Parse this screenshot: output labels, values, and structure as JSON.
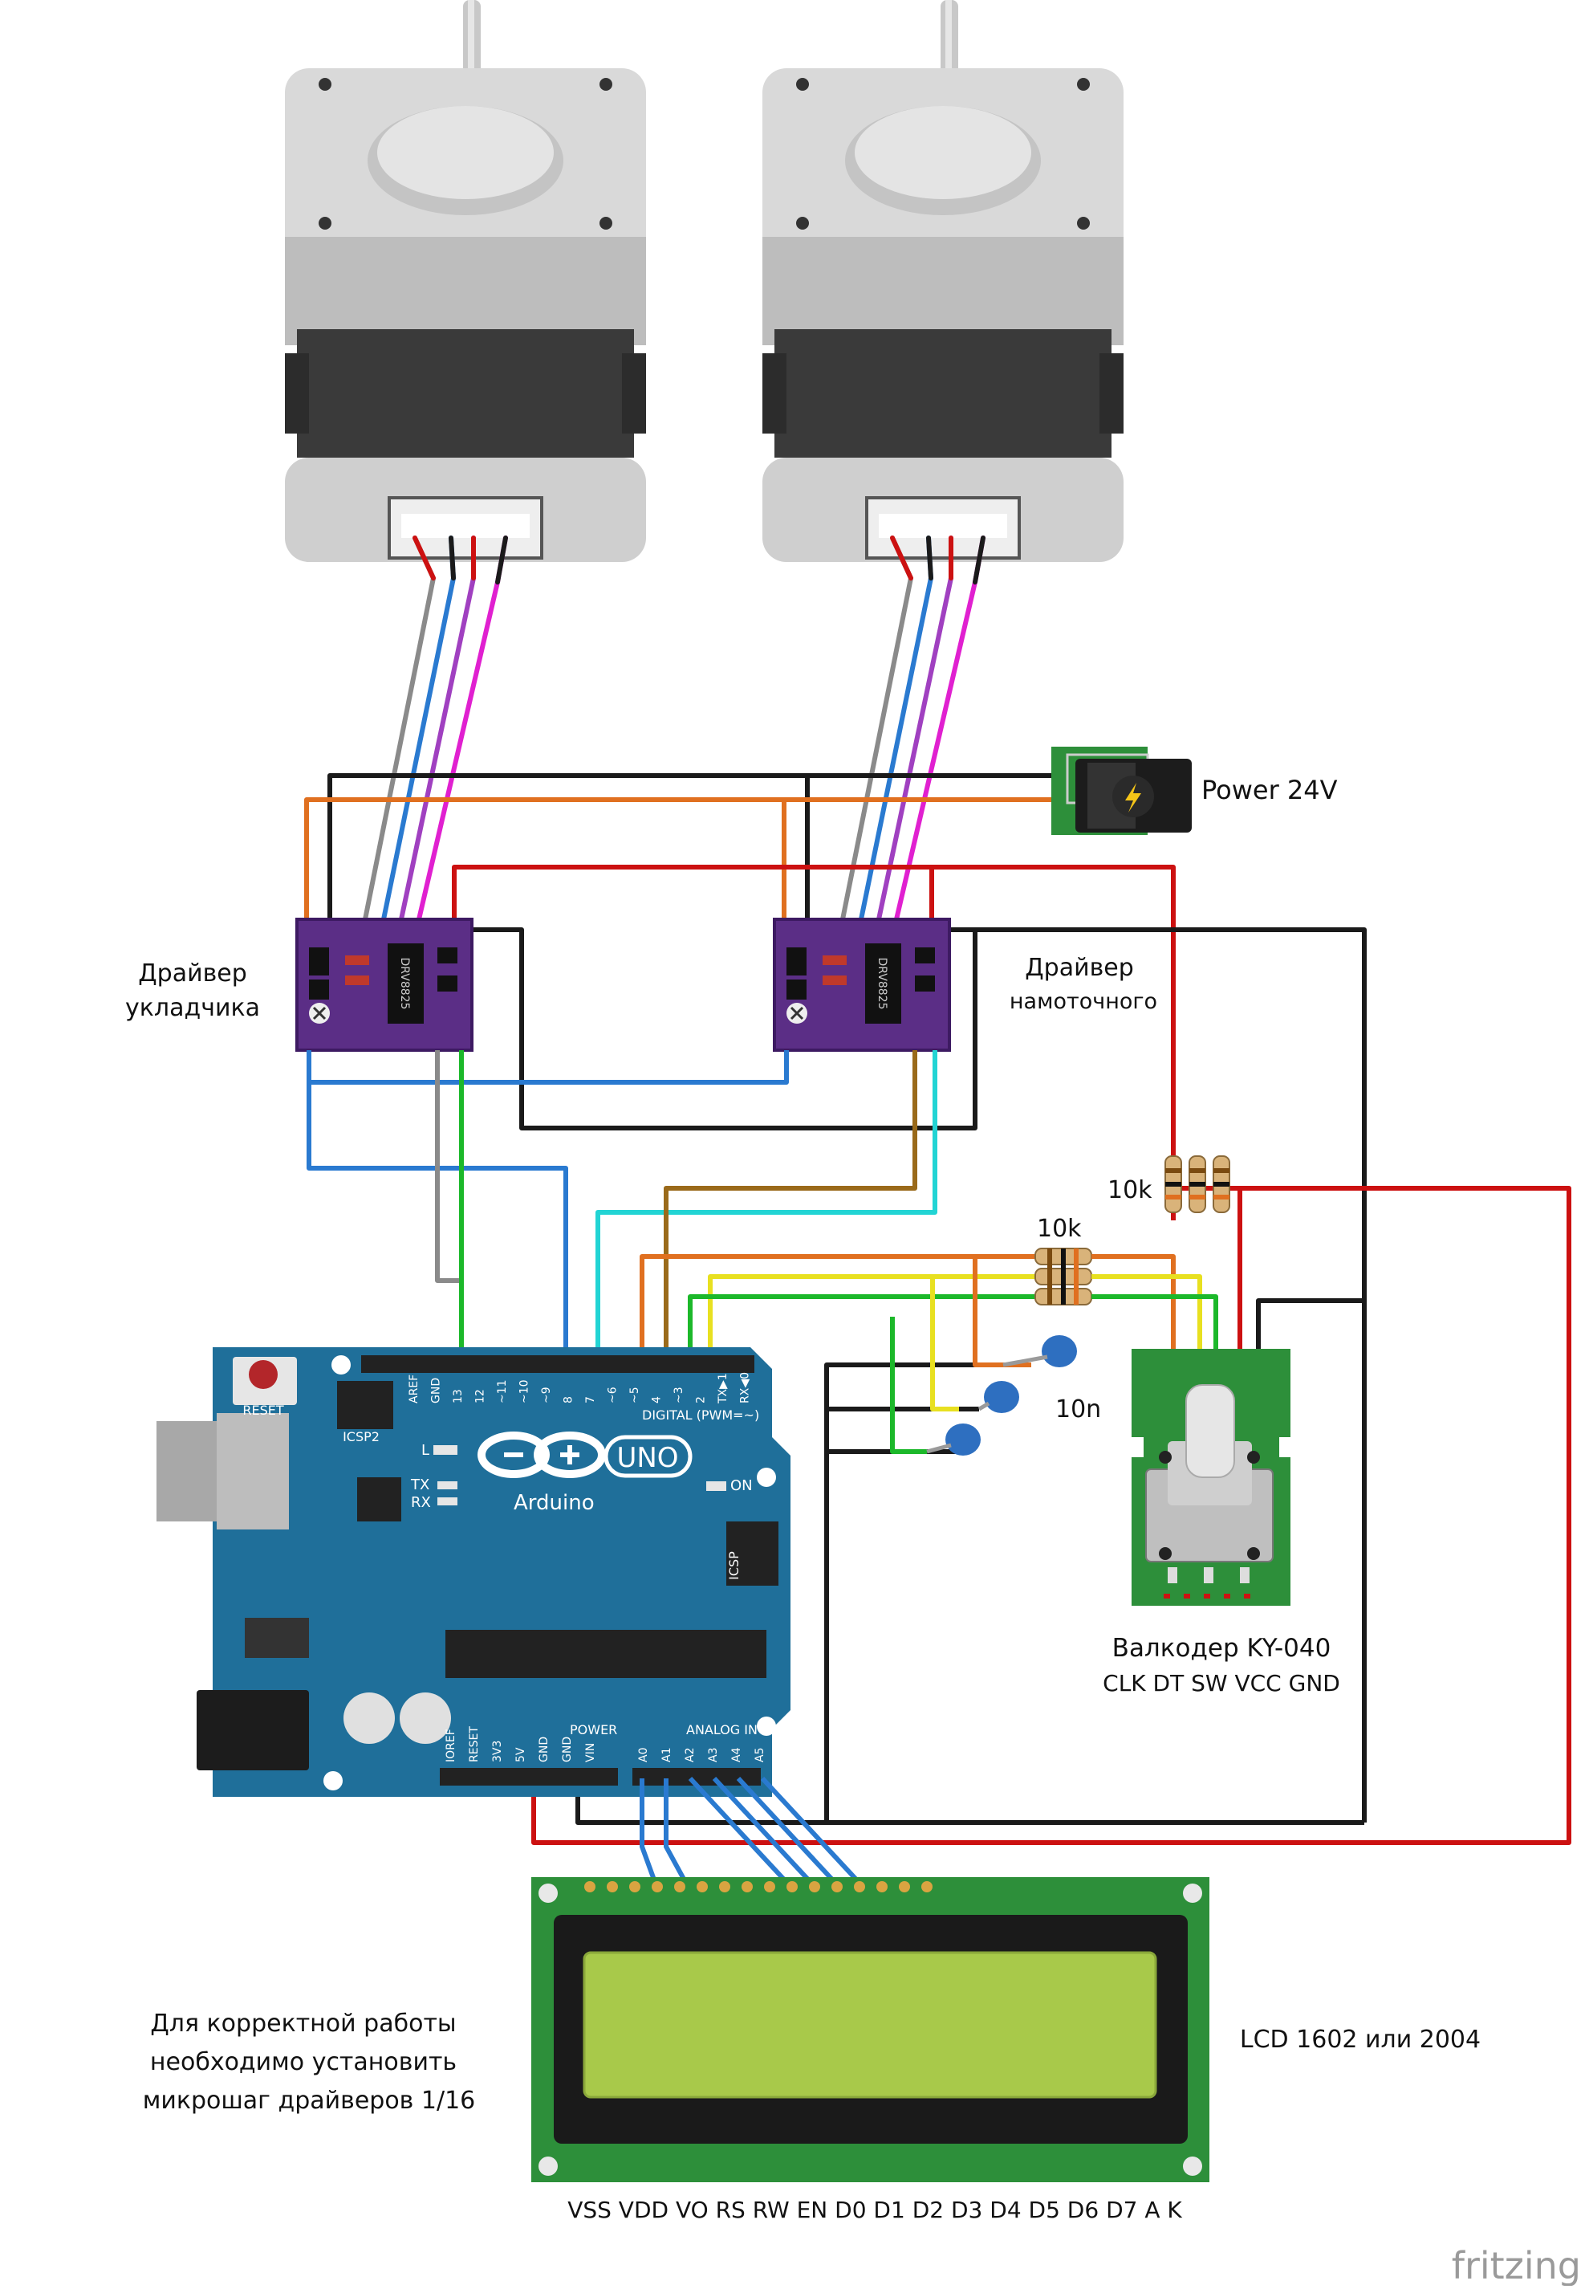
{
  "labels": {
    "power": "Power 24V",
    "driver_left": [
      "Драйвер",
      "укладчика"
    ],
    "driver_right": [
      "Драйвер",
      "намоточного"
    ],
    "res_top": "10k",
    "res_mid": "10k",
    "caps": "10n",
    "encoder_name": "Валкодер KY-040",
    "encoder_pins": "CLK DT SW VCC GND",
    "lcd_name": "LCD 1602 или 2004",
    "lcd_pins": "VSS VDD VO RS RW EN D0 D1 D2 D3 D4 D5 D6 D7 A K",
    "note": [
      "Для корректной работы",
      "необходимо установить",
      "микрошаг драйверов 1/16"
    ],
    "brand": "fritzing"
  },
  "arduino": {
    "reset": "RESET",
    "icsp2": "ICSP2",
    "digital": "DIGITAL (PWM=~)",
    "analog": "ANALOG IN",
    "power": "POWER",
    "logo_text": "Arduino",
    "model": "UNO",
    "on": "ON",
    "l": "L",
    "tx": "TX",
    "rx": "RX",
    "icsp": "ICSP",
    "top_pins": [
      "AREF",
      "GND",
      "13",
      "12",
      "~11",
      "~10",
      "~9",
      "8",
      "7",
      "~6",
      "~5",
      "4",
      "~3",
      "2",
      "TX▶1",
      "RX◀0"
    ],
    "power_pins": [
      "IOREF",
      "RESET",
      "3V3",
      "5V",
      "GND",
      "GND",
      "VIN"
    ],
    "analog_pins": [
      "A0",
      "A1",
      "A2",
      "A3",
      "A4",
      "A5"
    ]
  },
  "chips": {
    "driver_chip": "DRV8825"
  },
  "colors": {
    "board_blue": "#1f6f9a",
    "driver_purple": "#5b2e86",
    "lcd_green": "#2d8f3a",
    "lcd_screen": "#a8c94a",
    "wire_black": "#1a1a1a",
    "wire_red": "#cc1111",
    "wire_orange": "#e07020",
    "wire_blue": "#2a7ad0",
    "wire_gray": "#8a8a8a",
    "wire_green": "#1cb82a",
    "wire_yellow": "#e8e020",
    "wire_cyan": "#22d4d4",
    "wire_brown": "#9a6a1a",
    "wire_magenta": "#e020d0",
    "wire_purple": "#a040c0"
  }
}
